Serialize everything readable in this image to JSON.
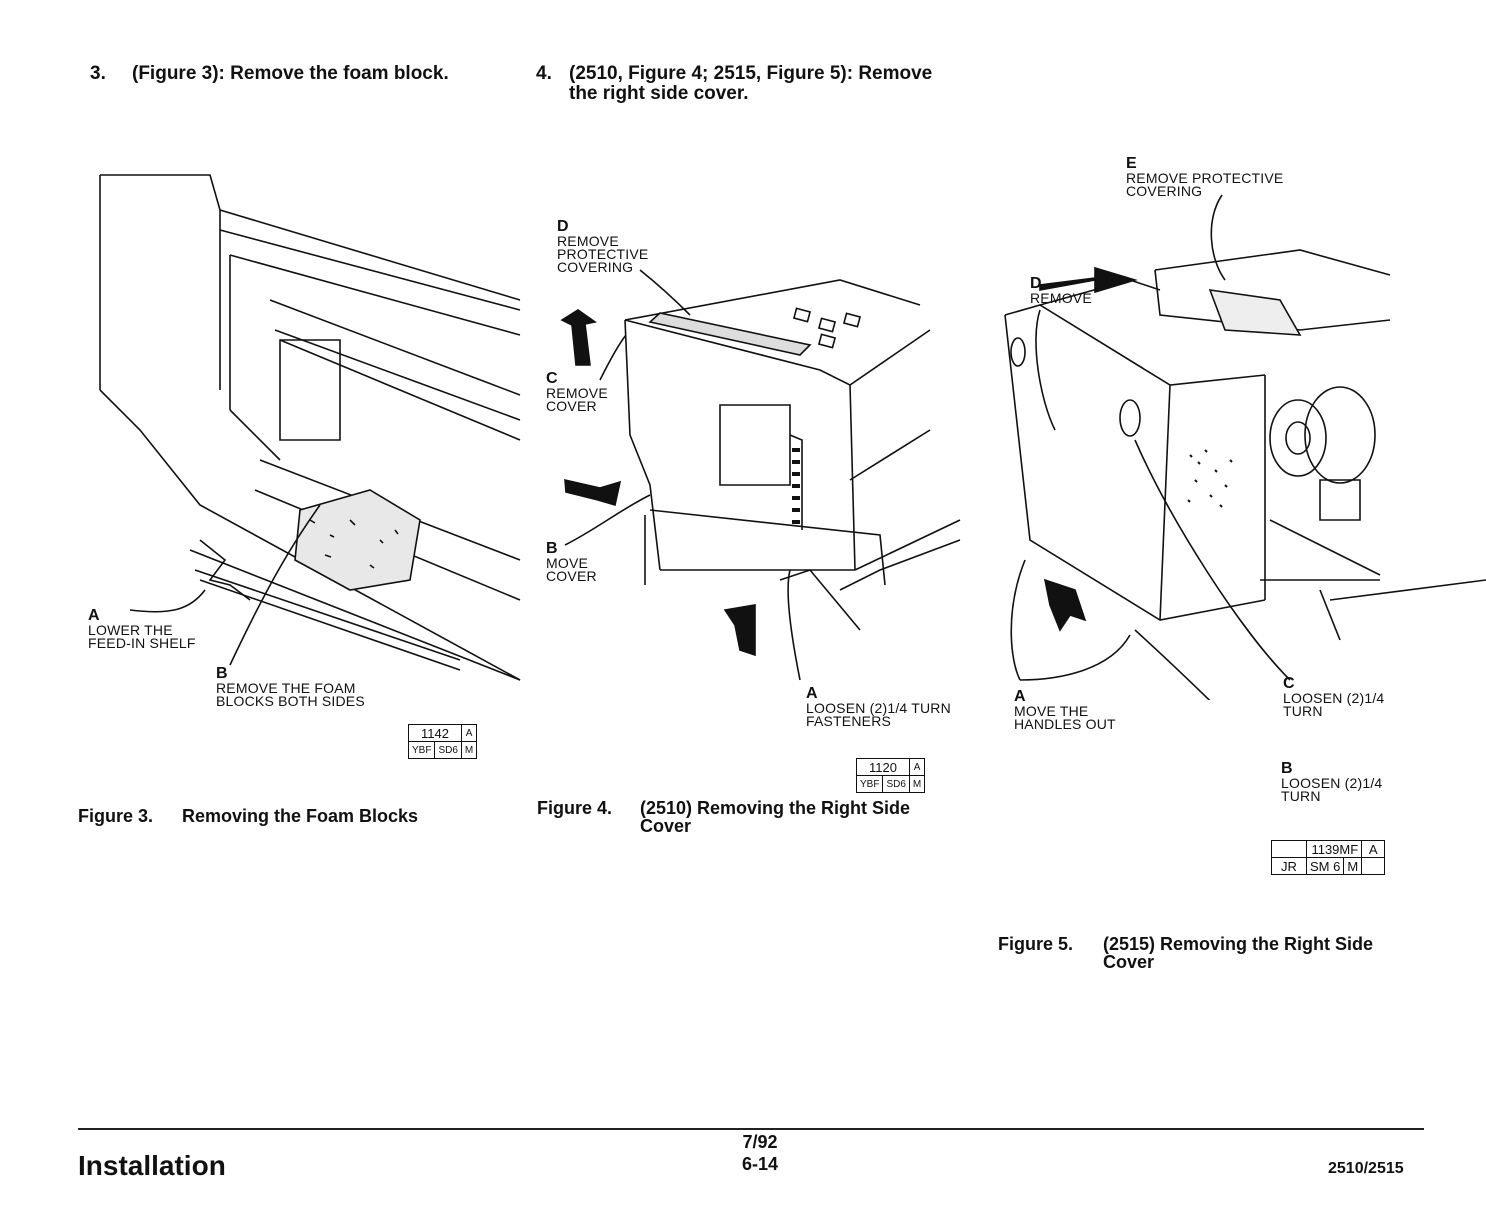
{
  "steps": [
    {
      "num": "3.",
      "text": "(Figure 3):  Remove the foam block."
    },
    {
      "num": "4.",
      "text_line1": "(2510, Figure 4; 2515, Figure 5):  Remove",
      "text_line2": "the right side cover."
    }
  ],
  "figure3": {
    "labels": {
      "A": {
        "letter": "A",
        "lines": [
          "LOWER THE",
          "FEED-IN SHELF"
        ]
      },
      "B": {
        "letter": "B",
        "lines": [
          "REMOVE THE FOAM",
          "BLOCKS BOTH SIDES"
        ]
      }
    },
    "code": {
      "row1": [
        "1142",
        "A"
      ],
      "row2": [
        "YBF",
        "SD6",
        "M"
      ]
    },
    "caption_number": "Figure 3.",
    "caption_title": "Removing the Foam Blocks"
  },
  "figure4": {
    "labels": {
      "D": {
        "letter": "D",
        "lines": [
          "REMOVE",
          "PROTECTIVE",
          "COVERING"
        ]
      },
      "C": {
        "letter": "C",
        "lines": [
          "REMOVE",
          "COVER"
        ]
      },
      "B": {
        "letter": "B",
        "lines": [
          "MOVE",
          "COVER"
        ]
      },
      "A": {
        "letter": "A",
        "lines": [
          "LOOSEN (2)1/4 TURN",
          "FASTENERS"
        ]
      }
    },
    "code": {
      "row1": [
        "1120",
        "A"
      ],
      "row2": [
        "YBF",
        "SD6",
        "M"
      ]
    },
    "caption_number": "Figure 4.",
    "caption_line1": "(2510) Removing the Right Side",
    "caption_line2": "Cover"
  },
  "figure5": {
    "labels": {
      "E": {
        "letter": "E",
        "lines": [
          "REMOVE PROTECTIVE",
          "COVERING"
        ]
      },
      "D": {
        "letter": "D",
        "lines": [
          "REMOVE"
        ]
      },
      "A": {
        "letter": "A",
        "lines": [
          "MOVE THE",
          "HANDLES OUT"
        ]
      },
      "C": {
        "letter": "C",
        "lines": [
          "LOOSEN (2)1/4",
          "TURN"
        ]
      },
      "B": {
        "letter": "B",
        "lines": [
          "LOOSEN (2)1/4",
          "TURN"
        ]
      }
    },
    "code": {
      "row1": [
        "1139MF",
        "A"
      ],
      "row2": [
        "JR",
        "SM 6",
        "M"
      ]
    },
    "caption_number": "Figure 5.",
    "caption_line1": "(2515) Removing the Right Side",
    "caption_line2": "Cover"
  },
  "footer": {
    "section": "Installation",
    "date": "7/92",
    "page": "6-14",
    "model": "2510/2515"
  }
}
